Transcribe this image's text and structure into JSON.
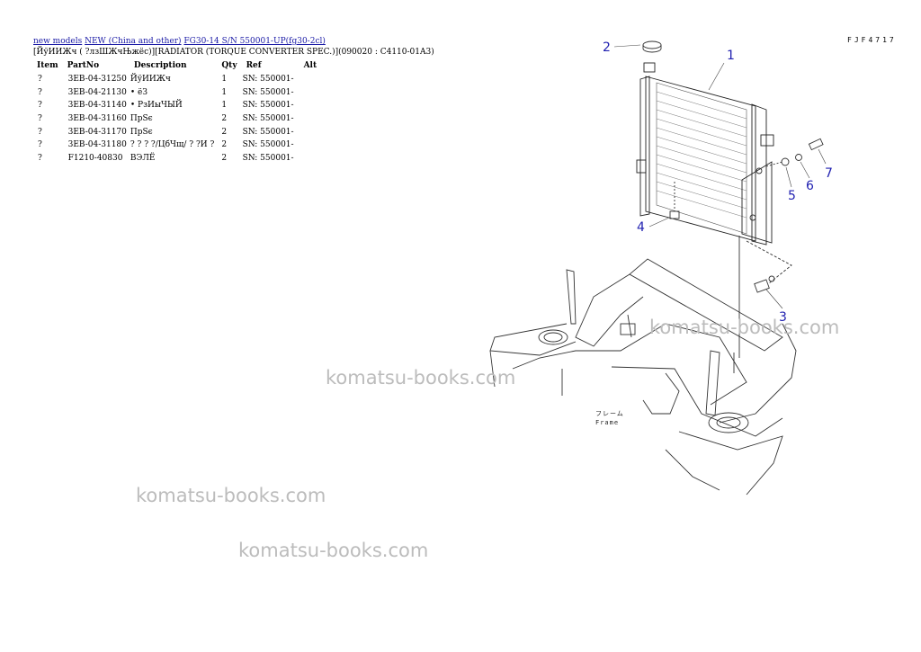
{
  "breadcrumb": {
    "links": [
      "new models",
      "NEW (China and other)",
      "FG30-14 S/N 550001-UP(fg30-2cl)"
    ]
  },
  "subtitle": "[ЙўИИЖч ( ?лзШЖчЊжёс)][RADIATOR (TORQUE CONVERTER SPEC.)](090020 : C4110-01A3)",
  "page_code": "FJF4717",
  "table": {
    "headers": [
      "Item",
      "PartNo",
      "Description",
      "Qty",
      "Ref",
      "Alt"
    ],
    "rows": [
      {
        "item": "?",
        "part": "3EB-04-31250",
        "desc": "ЙўИИЖч",
        "qty": "1",
        "ref": "SN: 550001-"
      },
      {
        "item": "?",
        "part": "3EB-04-21130",
        "desc": "• ёЗ",
        "qty": "1",
        "ref": "SN: 550001-"
      },
      {
        "item": "?",
        "part": "3EB-04-31140",
        "desc": "• РзИыЧЫЙ",
        "qty": "1",
        "ref": "SN: 550001-"
      },
      {
        "item": "?",
        "part": "3EB-04-31160",
        "desc": "ПрЅє",
        "qty": "2",
        "ref": "SN: 550001-"
      },
      {
        "item": "?",
        "part": "3EB-04-31170",
        "desc": "ПрЅє",
        "qty": "2",
        "ref": "SN: 550001-"
      },
      {
        "item": "?",
        "part": "3EB-04-31180",
        "desc": "? ? ? ?/ЦбЧщ/ ? ?И ?",
        "qty": "2",
        "ref": "SN: 550001-"
      },
      {
        "item": "?",
        "part": "F1210-40830",
        "desc": "ВЭЛЁ",
        "qty": "2",
        "ref": "SN: 550001-"
      }
    ]
  },
  "diagram": {
    "callouts": [
      "1",
      "2",
      "3",
      "4",
      "5",
      "6",
      "7"
    ],
    "frame_label_1": "フレーム",
    "frame_label_2": "Frame"
  },
  "watermark": "komatsu-books.com"
}
